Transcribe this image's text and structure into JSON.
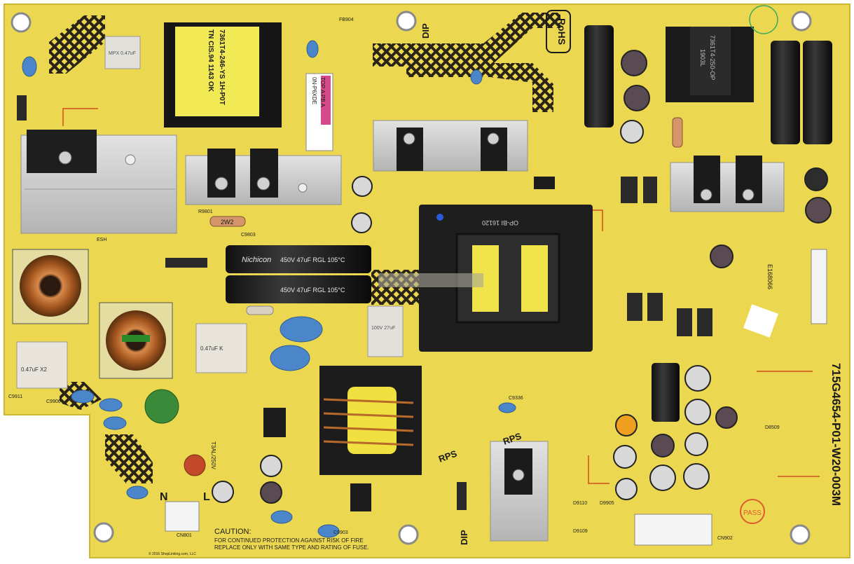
{
  "board": {
    "part_number": "715G4654-P01-W20-003M",
    "rohs_mark": "RoHS",
    "caution_title": "CAUTION:",
    "caution_line1": "FOR CONTINUED PROTECTION AGAINST RISK OF FIRE",
    "caution_line2": "REPLACE ONLY WITH SAME TYPE AND RATING OF FUSE.",
    "fuse_rating": "T3AL/250V",
    "neutral_label": "N",
    "live_label": "L",
    "qc_stamp": "PASS",
    "copyright_line": "© 2016 ShopLinking.com, LLC",
    "lot_code": "E168066",
    "colors": {
      "pcb": "#ecd850",
      "pcb_dark": "#d8c23a",
      "hatch": "#2a2418",
      "heatsink": "#c9c9c9",
      "cap_black": "#1c1c1c",
      "disc_cap_blue": "#4a86c9",
      "copper": "#b8672a",
      "sticker_pink": "#d24a8a"
    }
  },
  "labels": {
    "transformer_main_1": "7361T4-246-YS 1H-P0T",
    "transformer_main_2": "TN CIS.94 1143 OK",
    "transformer_right_1": "7361T4-250-OP",
    "transformer_right_2": "1903L",
    "transformer_center": "OP-BI 16120",
    "sticker_1": "0N-P6XDE",
    "sticker_2": "TOP A PB A",
    "bulk_cap_brand": "Nichicon",
    "bulk_cap_1": "450V 47uF RGL 105°C",
    "bulk_cap_2": "450V 47uF RGL 105°C",
    "x_cap_1": "0.47uF K",
    "x_cap_2": "0.47uF X2",
    "film_cap_1": "MPX 0.47uF",
    "film_cap_2": "100V 27uF",
    "resistor_label": "2W2",
    "c_label_1": "C9911",
    "c_label_2": "C9906",
    "c_label_3": "C9803",
    "c_label_4": "C9336",
    "c_label_5": "C9903",
    "r_label_1": "R9801",
    "d_label_1": "D9109",
    "d_label_2": "D9110",
    "d_label_3": "D9905",
    "d_label_4": "D8509",
    "cn_label_1": "CN801",
    "cn_label_2": "CN902",
    "fb_label": "FB904",
    "heatsink_label": "ESH",
    "rps_1": "RPS",
    "rps_2": "RPS",
    "dip_1": "DIP",
    "dip_2": "DIP"
  }
}
